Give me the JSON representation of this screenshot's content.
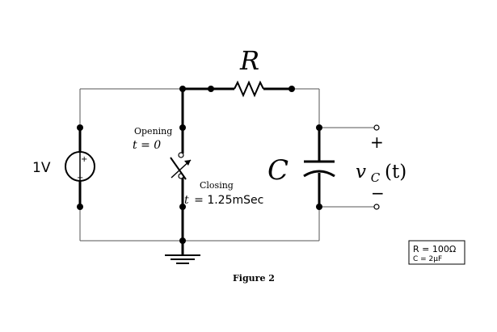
{
  "diagram": {
    "source_label": "1V",
    "source_plus": "+",
    "source_minus": "−",
    "resistor_label": "R",
    "capacitor_label": "C",
    "switch_opening_label": "Opening",
    "switch_opening_time": "t = 0",
    "switch_closing_label": "Closing",
    "switch_closing_time_var": "t",
    "switch_closing_time_value": "= 1.25mSec",
    "output_plus": "+",
    "output_minus": "−",
    "output_label_v": "v",
    "output_label_sub": "C",
    "output_label_arg": "(t)",
    "values_box_line1": "R = 100Ω",
    "values_box_line2": "C = 2μF",
    "caption": "Figure 2"
  }
}
